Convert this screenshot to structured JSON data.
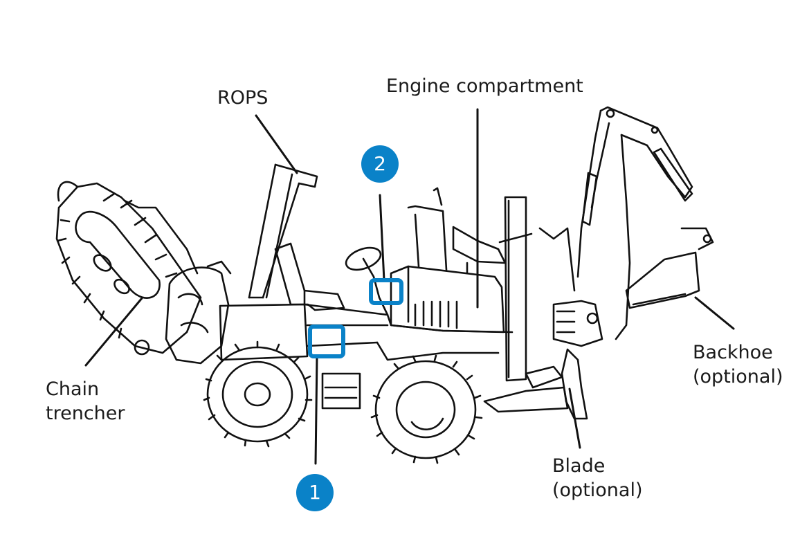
{
  "accent_color": "#0a82c8",
  "labels": {
    "rops": "ROPS",
    "engine": "Engine compartment",
    "chain": [
      "Chain",
      "trencher"
    ],
    "backhoe": [
      "Backhoe",
      "(optional)"
    ],
    "blade": [
      "Blade",
      "(optional)"
    ]
  },
  "markers": {
    "one": "1",
    "two": "2"
  }
}
